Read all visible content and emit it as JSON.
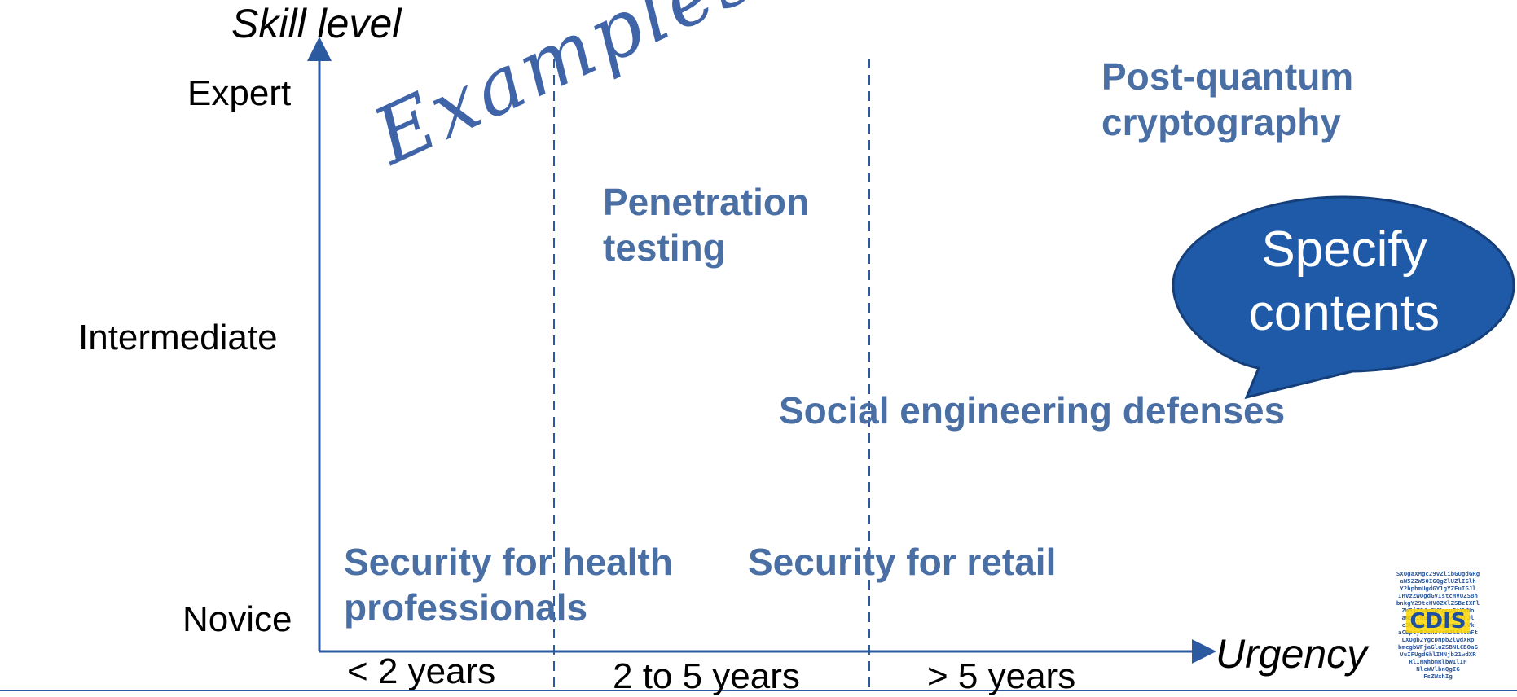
{
  "axes": {
    "y_title": "Skill level",
    "x_title": "Urgency",
    "y_levels": [
      "Expert",
      "Intermediate",
      "Novice"
    ],
    "x_ranges": [
      "< 2 years",
      "2 to 5 years",
      "> 5 years"
    ]
  },
  "annotation": "Examples",
  "items": {
    "post_quantum": [
      "Post-quantum",
      "cryptography"
    ],
    "penetration": [
      "Penetration",
      "testing"
    ],
    "social_engineering": "Social engineering defenses",
    "health": [
      "Security for health",
      "professionals"
    ],
    "retail": "Security for retail"
  },
  "callout": [
    "Specify",
    "contents"
  ],
  "logo": {
    "text": "CDIS",
    "grid": [
      "SXQgaXMgc29vZlibGUgdGRg",
      "aW52ZW50IGQgZlUZlIGlh",
      "Y2hpbmUgdGY1gYZFuIGJl",
      "IHVzZWQgdGVIstcHVOZSBh",
      "bnkgY29tcHV0ZXlZSBzIXFl",
      "ZW5jZS4gSWYgcyBtYWNo",
      "aW5lIHByb2R1YyBhIHJl",
      "c3VsdCwgSWsgYmU1c2Vk",
      "aCBpcyBJcHJvcHJlRlcmFt",
      "LXQgb2YgcDNpb2lwdXRp",
      "bmcgbWFjaGluZSBNLCBOaG",
      "VuIFUgdGhlIHNjb21wdXR",
      "RlIHNhbmRlbW1lIH",
      "NlcWVlbnQgIG",
      "FsZWxhIg"
    ]
  },
  "colors": {
    "axis": "#2c5aa0",
    "item_text": "#4a6fa5",
    "bubble_fill": "#1f5aa8",
    "bubble_stroke": "#153f7a",
    "divider": "#2c5aa0"
  }
}
